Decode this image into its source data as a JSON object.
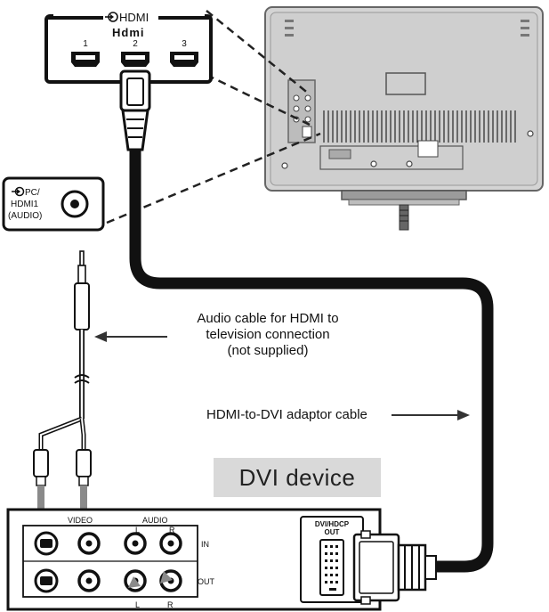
{
  "hdmi_panel": {
    "header": "HDMI",
    "logo": "Hdmi",
    "ports": [
      "1",
      "2",
      "3"
    ]
  },
  "audio_jack": {
    "label_lines": [
      "PC/",
      "HDMI1",
      "(AUDIO)"
    ]
  },
  "callouts": {
    "audio_cable_lines": [
      "Audio cable for HDMI to",
      "television connection",
      "(not supplied)"
    ],
    "hdmi_dvi_cable": "HDMI-to-DVI adaptor cable"
  },
  "device": {
    "title": "DVI device",
    "video_label": "VIDEO",
    "audio_label": "AUDIO",
    "l_label": "L",
    "r_label": "R",
    "in_label": "IN",
    "out_label": "OUT",
    "l_bottom": "L",
    "r_bottom": "R",
    "dvi_port_lines": [
      "DVI/HDCP",
      "OUT"
    ]
  },
  "colors": {
    "cable": "#111111",
    "tv_gray": "#d4d4d4",
    "highlight_box": "#d9d9d9",
    "rca_gray": "#8a8a8a"
  },
  "icons": [
    "input-arrow-icon",
    "hdmi-port-icon",
    "rca-jack-icon",
    "svideo-jack-icon",
    "dvi-connector-icon",
    "phone-plug-icon"
  ]
}
